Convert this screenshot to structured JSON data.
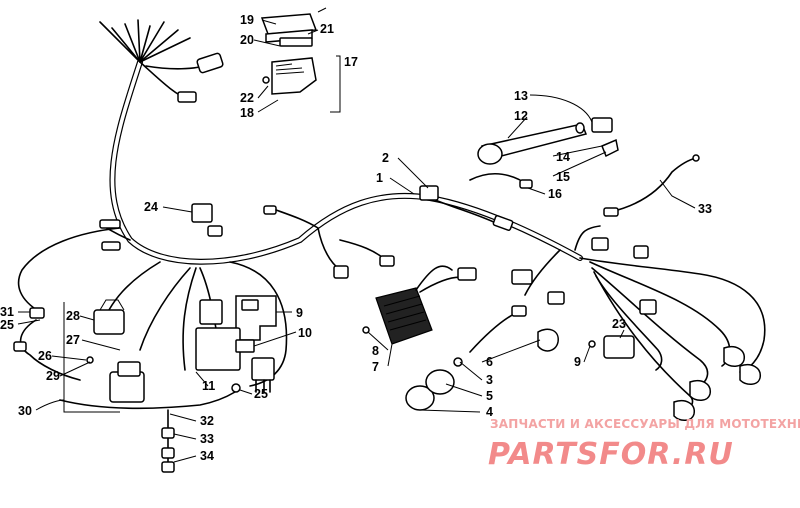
{
  "callouts": [
    {
      "label": "19"
    },
    {
      "label": "21"
    },
    {
      "label": "20"
    },
    {
      "label": "17"
    },
    {
      "label": "22"
    },
    {
      "label": "18"
    },
    {
      "label": "13"
    },
    {
      "label": "12"
    },
    {
      "label": "14"
    },
    {
      "label": "15"
    },
    {
      "label": "16"
    },
    {
      "label": "2"
    },
    {
      "label": "1"
    },
    {
      "label": "24"
    },
    {
      "label": "33"
    },
    {
      "label": "9"
    },
    {
      "label": "10"
    },
    {
      "label": "28"
    },
    {
      "label": "31"
    },
    {
      "label": "25"
    },
    {
      "label": "27"
    },
    {
      "label": "26"
    },
    {
      "label": "29"
    },
    {
      "label": "11"
    },
    {
      "label": "25"
    },
    {
      "label": "30"
    },
    {
      "label": "32"
    },
    {
      "label": "33"
    },
    {
      "label": "34"
    },
    {
      "label": "8"
    },
    {
      "label": "7"
    },
    {
      "label": "6"
    },
    {
      "label": "3"
    },
    {
      "label": "5"
    },
    {
      "label": "4"
    },
    {
      "label": "23"
    },
    {
      "label": "9"
    }
  ],
  "watermark": {
    "tagline": "ЗАПЧАСТИ И АКСЕССУАРЫ ДЛЯ МОТОТЕХНИКИ",
    "logo": "PARTSFOR.RU"
  }
}
